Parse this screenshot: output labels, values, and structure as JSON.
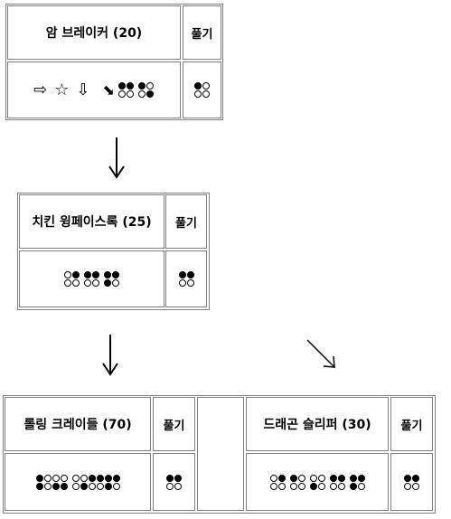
{
  "nodes": [
    {
      "id": "arm-breaker",
      "title": "암 브레이커 (20)",
      "release_label": "풀기",
      "keys": [
        "⇨",
        "☆",
        "⇩",
        "⬊"
      ],
      "pattern": [
        [
          [
            1,
            1
          ],
          [
            1,
            0
          ]
        ],
        [
          [
            0,
            0
          ],
          [
            0,
            1
          ]
        ]
      ]
    },
    {
      "id": "chicken-wing",
      "title": "치킨 윙페이스록 (25)",
      "release_label": "풀기",
      "pattern": [
        [
          [
            0,
            1
          ],
          [
            1,
            1
          ],
          [
            1,
            1
          ]
        ],
        [
          [
            0,
            0
          ],
          [
            0,
            0
          ],
          [
            1,
            0
          ]
        ]
      ]
    },
    {
      "id": "rolling-cradle",
      "title": "롤링 크레이들 (70)",
      "release_label": "풀기",
      "pattern": [
        [
          [
            1,
            0,
            0,
            0
          ],
          [
            0,
            0,
            1,
            1,
            1,
            1
          ]
        ],
        [
          [
            1,
            0,
            1,
            1
          ],
          [
            0,
            1,
            0,
            0,
            1,
            0
          ]
        ]
      ]
    },
    {
      "id": "dragon-sleeper",
      "title": "드래곤 슬리퍼 (30)",
      "release_label": "풀기",
      "pattern": [
        [
          [
            0,
            1
          ],
          [
            1,
            0
          ],
          [
            0,
            0
          ],
          [
            1,
            1
          ],
          [
            1,
            1
          ]
        ],
        [
          [
            0,
            0
          ],
          [
            0,
            0
          ],
          [
            1,
            0
          ],
          [
            0,
            0
          ],
          [
            1,
            0
          ]
        ]
      ]
    }
  ],
  "release_patterns": {
    "arm-breaker": [
      [
        1,
        0
      ],
      [
        0,
        0
      ]
    ],
    "chicken-wing": [
      [
        1,
        1
      ],
      [
        0,
        0
      ]
    ],
    "rolling-cradle": [
      [
        1,
        1
      ],
      [
        0,
        0
      ]
    ],
    "dragon-sleeper": [
      [
        1,
        1
      ],
      [
        0,
        0
      ]
    ]
  },
  "edges": [
    {
      "from": "arm-breaker",
      "to": "chicken-wing"
    },
    {
      "from": "chicken-wing",
      "to": "rolling-cradle"
    },
    {
      "from": "chicken-wing",
      "to": "dragon-sleeper"
    }
  ]
}
